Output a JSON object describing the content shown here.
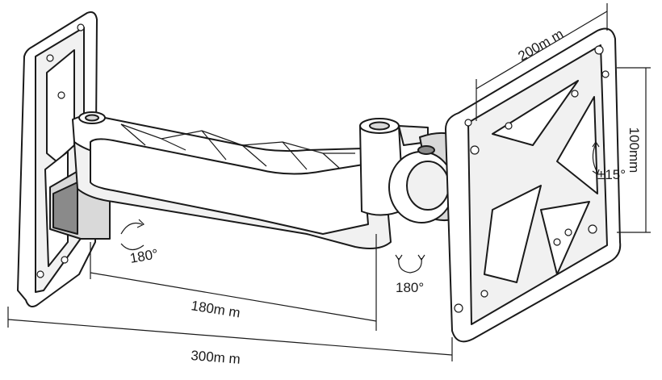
{
  "dimensions": {
    "plate_width": "200m m",
    "plate_height": "100mm",
    "arm_length": "180m m",
    "total_length": "300m m"
  },
  "rotations": {
    "wall_pivot": "180°",
    "arm_pivot": "180°",
    "tilt": "±15°"
  }
}
